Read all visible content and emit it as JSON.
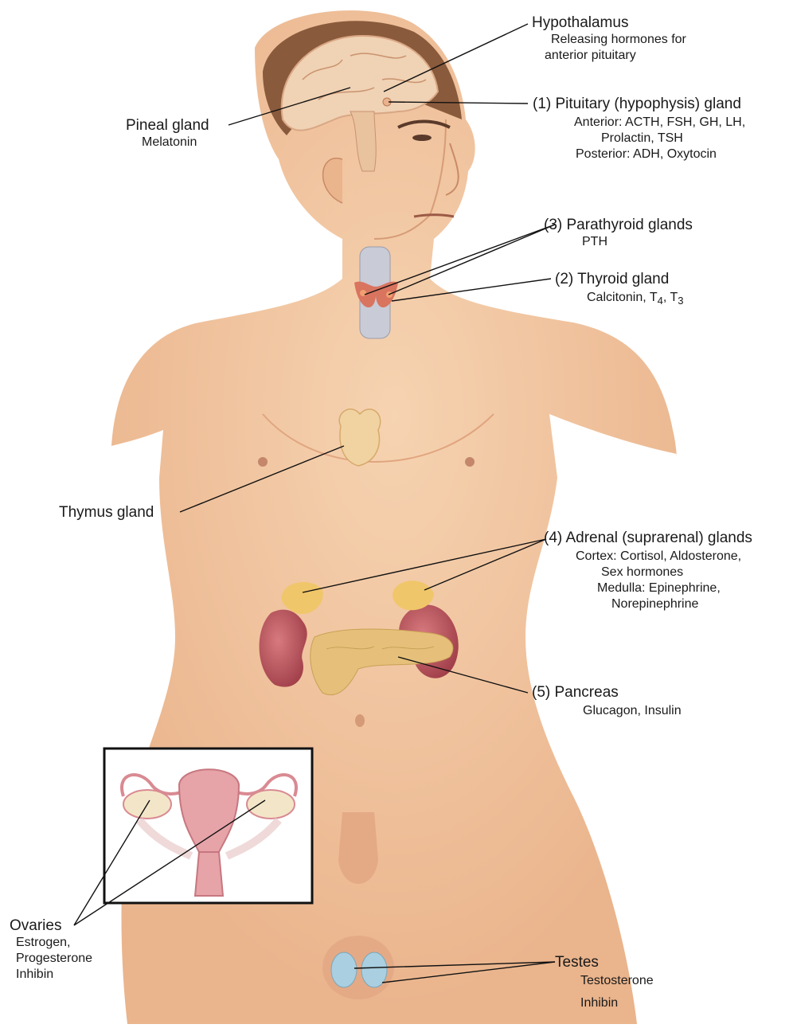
{
  "labels": {
    "hypothalamus": {
      "title": "Hypothalamus",
      "lines": [
        "Releasing hormones for",
        "anterior pituitary"
      ]
    },
    "pituitary": {
      "title": "(1) Pituitary (hypophysis) gland",
      "lines": [
        "Anterior: ACTH, FSH, GH, LH,",
        "Prolactin, TSH",
        "Posterior: ADH, Oxytocin"
      ]
    },
    "pineal": {
      "title": "Pineal gland",
      "lines": [
        "Melatonin"
      ]
    },
    "parathyroid": {
      "title": "(3) Parathyroid glands",
      "lines": [
        "PTH"
      ]
    },
    "thyroid": {
      "title": "(2) Thyroid gland",
      "line_prefix": "Calcitonin, T",
      "sub_a": "4",
      "sep": ", T",
      "sub_b": "3"
    },
    "thymus": {
      "title": "Thymus gland"
    },
    "adrenal": {
      "title": "(4) Adrenal (suprarenal) glands",
      "lines": [
        "Cortex: Cortisol, Aldosterone,",
        "Sex hormones",
        "Medulla: Epinephrine,",
        "Norepinephrine"
      ]
    },
    "pancreas": {
      "title": "(5) Pancreas",
      "lines": [
        "Glucagon, Insulin"
      ]
    },
    "ovaries": {
      "title": "Ovaries",
      "lines": [
        "Estrogen,",
        "Progesterone",
        "Inhibin"
      ]
    },
    "testes": {
      "title": "Testes",
      "lines": [
        "Testosterone",
        "Inhibin"
      ]
    }
  },
  "colors": {
    "skin": "#f3c8a3",
    "skin_shadow": "#e3a983",
    "brain": "#f0d2b4",
    "thyroid": "#d9745f",
    "kidney": "#b9525a",
    "adrenal": "#f0c66a",
    "pancreas": "#e6c07a",
    "uterus": "#e6a3a8",
    "testes": "#a9cfe0",
    "leader": "#111111"
  }
}
